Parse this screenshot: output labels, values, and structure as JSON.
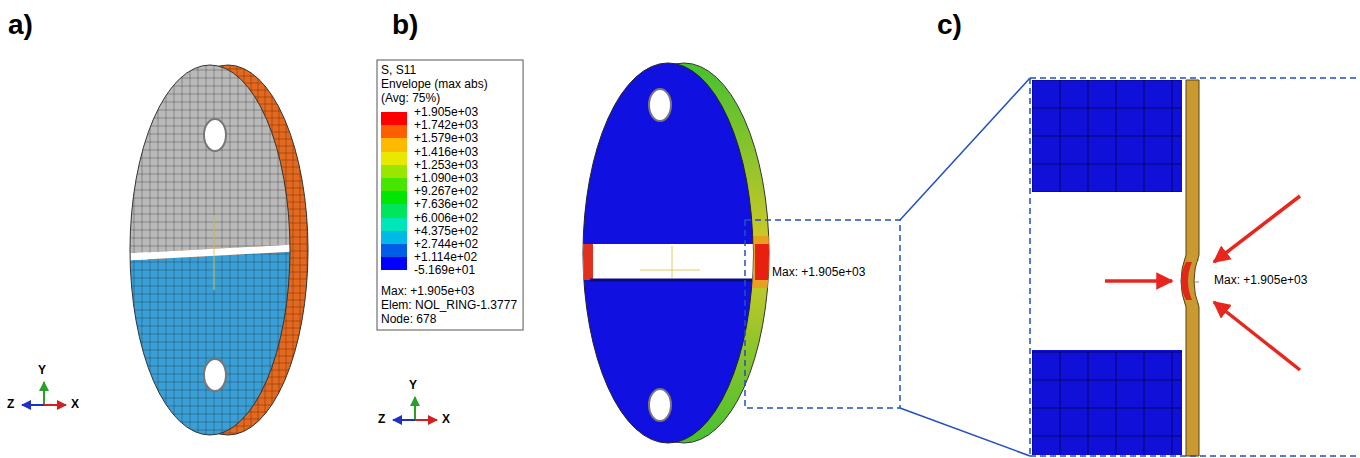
{
  "diagram": {
    "labels": [
      "a)",
      "b)",
      "c)",
      "Y",
      "Z",
      "X",
      "S, S11",
      "Envelope (max abs)",
      "(Avg: 75%)",
      "-5.169e+01",
      "Max: +1.905e+03",
      "Elem: NOL_RING-1.3777",
      "Node: 678",
      "Y",
      "Z",
      "X",
      "Max: +1.905e+03",
      "Max: +1.905e+03"
    ],
    "legend": [
      {
        "text": "+1.905e+03",
        "color": "#ff0000"
      },
      {
        "text": "+1.742e+03",
        "color": "#ff5e00"
      },
      {
        "text": "+1.579e+03",
        "color": "#ffb900"
      },
      {
        "text": "+1.416e+03",
        "color": "#e8e800"
      },
      {
        "text": "+1.253e+03",
        "color": "#9ae600"
      },
      {
        "text": "+1.090e+03",
        "color": "#46e600"
      },
      {
        "text": "+9.267e+02",
        "color": "#00e600"
      },
      {
        "text": "+7.636e+02",
        "color": "#00e65c"
      },
      {
        "text": "+6.006e+02",
        "color": "#00e6b9"
      },
      {
        "text": "+4.375e+02",
        "color": "#00b9e6"
      },
      {
        "text": "+2.744e+02",
        "color": "#005ee6"
      },
      {
        "text": "+1.114e+02",
        "color": "#0000ff"
      }
    ]
  }
}
